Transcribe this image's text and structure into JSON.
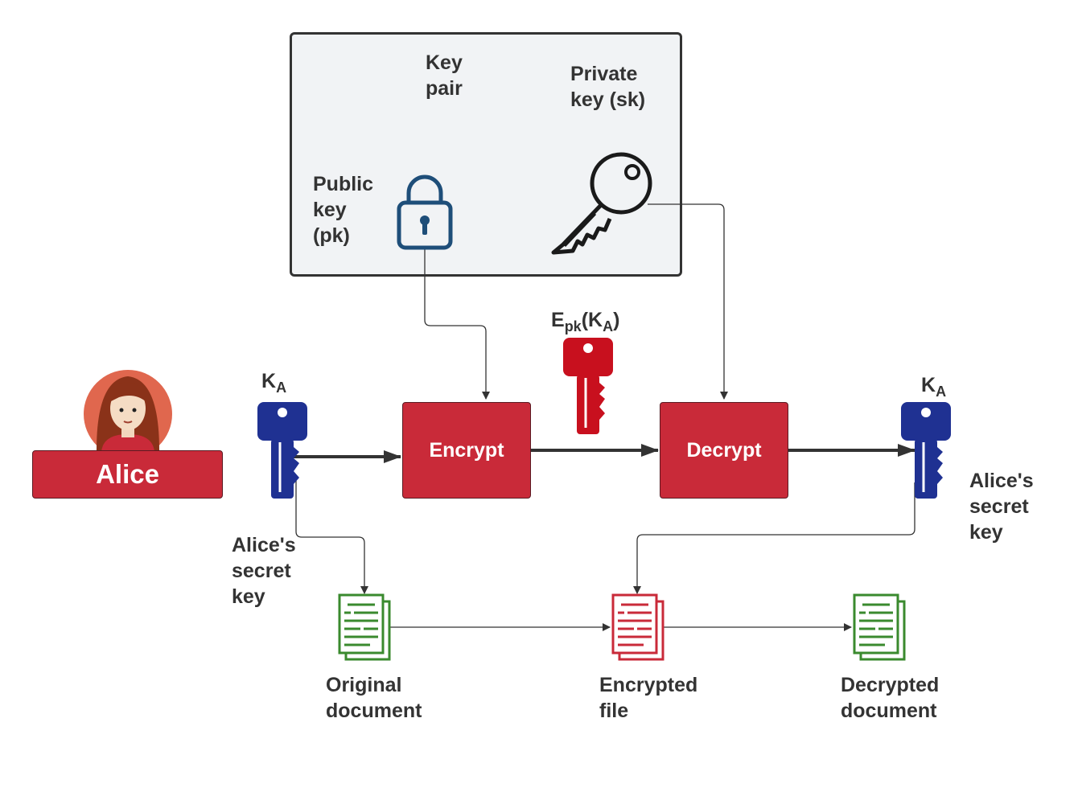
{
  "keypair": {
    "title_line1": "Key",
    "title_line2": "pair",
    "private_line1": "Private",
    "private_line2": "key (sk)",
    "public_line1": "Public",
    "public_line2": "key",
    "public_line3": "(pk)"
  },
  "alice": {
    "name": "Alice"
  },
  "keys": {
    "left_K": "K",
    "left_sub": "A",
    "right_K": "K",
    "right_sub": "A",
    "enc_E": "E",
    "enc_pk": "pk",
    "enc_open": "(K",
    "enc_A": "A",
    "enc_close": ")"
  },
  "boxes": {
    "encrypt": "Encrypt",
    "decrypt": "Decrypt"
  },
  "secret_left": {
    "line1": "Alice's",
    "line2": "secret",
    "line3": "key"
  },
  "secret_right": {
    "line1": "Alice's",
    "line2": "secret",
    "line3": "key"
  },
  "documents": {
    "original_line1": "Original",
    "original_line2": "document",
    "encrypted_line1": "Encrypted",
    "encrypted_line2": "file",
    "decrypted_line1": "Decrypted",
    "decrypted_line2": "document"
  },
  "colors": {
    "red": "#c92a39",
    "navy": "#1f3192",
    "green": "#3a8a2e",
    "lock_blue": "#1e4e79",
    "box_bg": "#f1f3f5"
  },
  "icons": {
    "lock": "lock-icon",
    "private_key": "key-icon",
    "encrypted_key": "key-icon",
    "secret_key": "key-icon",
    "document": "document-icon",
    "avatar": "avatar-icon"
  }
}
